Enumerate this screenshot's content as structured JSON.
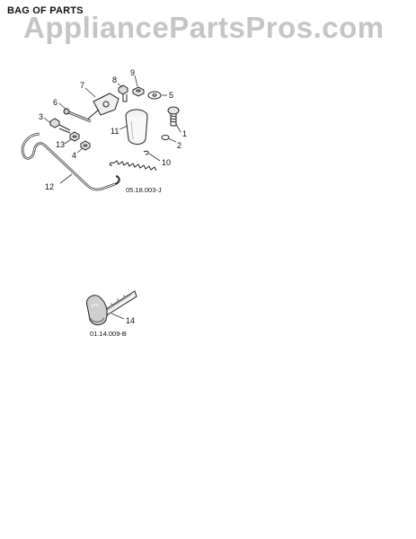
{
  "header": {
    "title": "BAG OF PARTS",
    "watermark": "AppliancePartsPros.com"
  },
  "diagram_1": {
    "ref_code": "05.18.003-J",
    "callouts": [
      "1",
      "2",
      "3",
      "4",
      "5",
      "6",
      "7",
      "8",
      "9",
      "10",
      "11",
      "12",
      "13"
    ]
  },
  "diagram_2": {
    "ref_code": "01.14.009-B",
    "callouts": [
      "14"
    ]
  }
}
